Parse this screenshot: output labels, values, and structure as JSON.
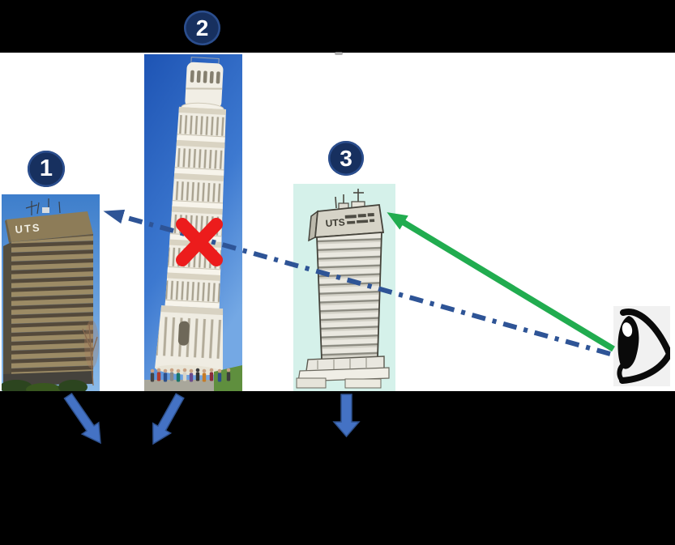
{
  "badges": [
    {
      "label": "1"
    },
    {
      "label": "2"
    },
    {
      "label": "3"
    }
  ],
  "labels": {
    "uts_tower_sign": "UTS",
    "uts_sketch_sign": "UTS"
  },
  "icons": {
    "eye": "eye-icon",
    "blocked_x": "red-x-icon",
    "blocked_line": "dash-dot-arrow-icon",
    "clear_line": "green-arrow-icon",
    "down_arrows": "down-arrow-icon"
  },
  "colors": {
    "slide_background": "#000000",
    "content_background": "#FFFFFF",
    "badge_navy": "#17305F",
    "badge_ring": "#2B4E8E",
    "down_arrow_fill": "#4472C4",
    "down_arrow_border": "#2F528F",
    "sight_line_blue": "#2E5496",
    "sight_line_green": "#21AC4F",
    "blocked_x_red": "#EC1C1C",
    "photo_sky_blue": "#3E7ECB",
    "pisa_sky_blue": "#2A63C2",
    "sketch_background_cyan": "#D5F1EA"
  }
}
